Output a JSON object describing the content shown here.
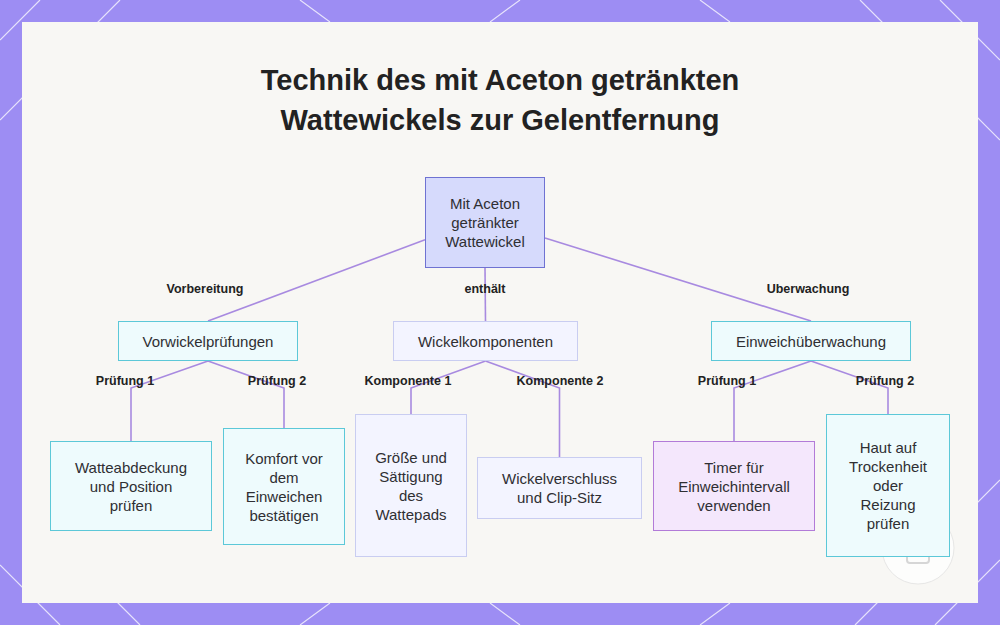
{
  "diagram": {
    "title": "Technik des mit Aceton getränkten Wattewickels zur Gelentfernung",
    "nodes": [
      {
        "text": [
          "Mit Aceton getränkter Wattewickel"
        ]
      },
      {
        "text": [
          "Vorwickelprüfungen"
        ]
      },
      {
        "text": [
          "Wickelkomponenten"
        ]
      },
      {
        "text": [
          "Einweichüberwachung"
        ]
      },
      {
        "text": [
          "Watteabdeckung und Position prüfen"
        ]
      },
      {
        "text": [
          "Komfort vor dem Einweichen bestätigen"
        ]
      },
      {
        "text": [
          "Größe und Sättigung des Wattepads"
        ]
      },
      {
        "text": [
          "Wickelverschluss und Clip-Sitz"
        ]
      },
      {
        "text": [
          "Timer für Einweichintervall verwenden"
        ]
      },
      {
        "text": [
          "Haut auf Trockenheit oder Reizung prüfen"
        ]
      }
    ],
    "edges": [
      {
        "from": 0,
        "to": 1,
        "label": "Vorbereitung",
        "arrow": "none"
      },
      {
        "from": 0,
        "to": 2,
        "label": "enthält",
        "arrow": "none"
      },
      {
        "from": 0,
        "to": 3,
        "label": "Uberwachung",
        "arrow": "none"
      },
      {
        "from": 1,
        "to": 4,
        "label": "Prüfung 1",
        "arrow": "none"
      },
      {
        "from": 1,
        "to": 5,
        "label": "Prüfung 2",
        "arrow": "none"
      },
      {
        "from": 2,
        "to": 6,
        "label": "Komponente 1",
        "arrow": "none"
      },
      {
        "from": 2,
        "to": 7,
        "label": "Komponente 2",
        "arrow": "none"
      },
      {
        "from": 3,
        "to": 8,
        "label": "Prüfung 1",
        "arrow": "none"
      },
      {
        "from": 3,
        "to": 9,
        "label": "Prüfung 2",
        "arrow": "none"
      }
    ]
  }
}
